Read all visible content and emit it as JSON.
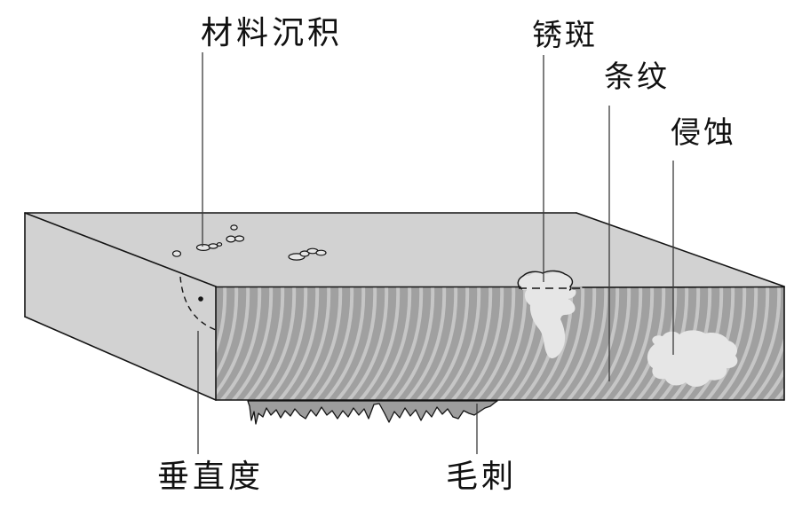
{
  "labels": {
    "material_deposit": "材料沉积",
    "rust_spot": "锈斑",
    "streaks": "条纹",
    "erosion": "侵蚀",
    "perpendicularity": "垂直度",
    "burr": "毛刺"
  },
  "colors": {
    "bg": "#ffffff",
    "face": "#d2d2d2",
    "cut": "#a0a0a0",
    "stripe": "#c6c6c6",
    "blob": "#e6e6e6",
    "burr": "#9d9d9d",
    "line": "#141414",
    "leader": "#3a3a3a",
    "text": "#111111"
  }
}
